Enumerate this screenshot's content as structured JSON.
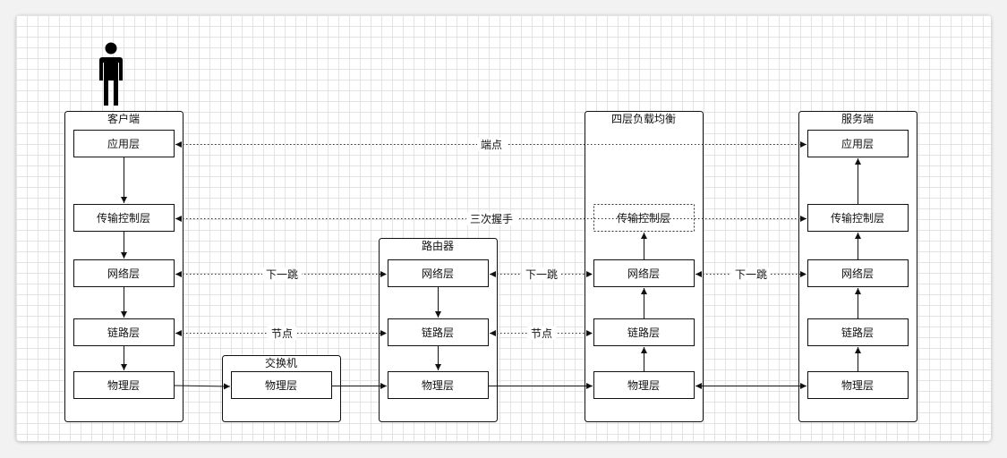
{
  "containers": {
    "client": "客户端",
    "switch": "交换机",
    "router": "路由器",
    "l4lb": "四层负载均衡",
    "server": "服务端"
  },
  "layers": {
    "application": "应用层",
    "transport": "传输控制层",
    "network": "网络层",
    "link": "链路层",
    "physical": "物理层"
  },
  "labels": {
    "endpoint": "端点",
    "handshake": "三次握手",
    "next_hop": "下一跳",
    "node": "节点"
  }
}
